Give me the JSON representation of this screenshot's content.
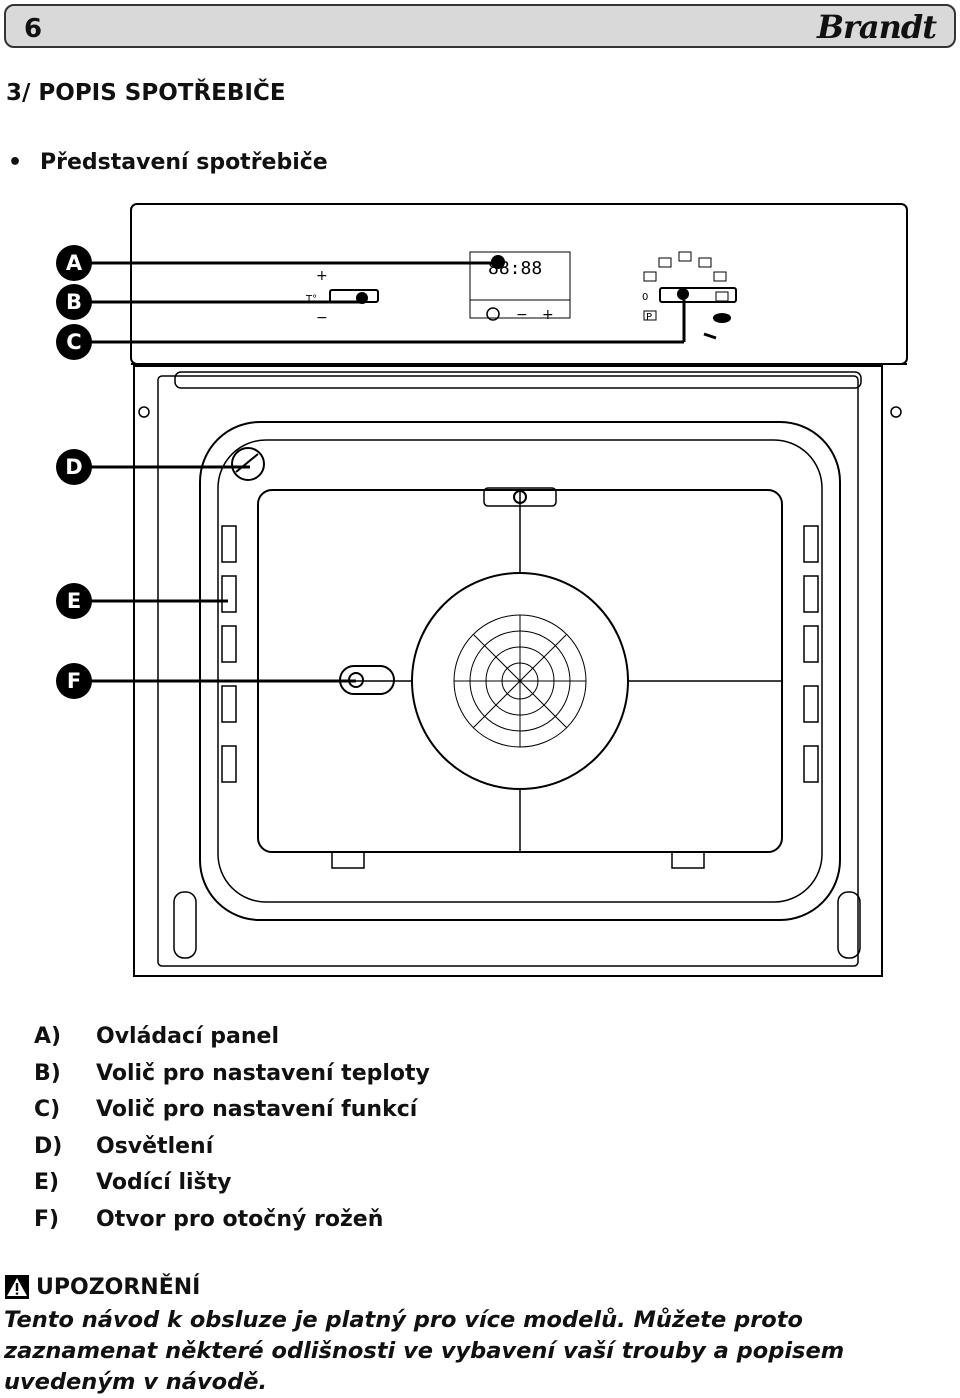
{
  "header": {
    "page_number": "6",
    "brand": "Brandt"
  },
  "section": {
    "title": "3/ POPIS SPOTŘEBIČE"
  },
  "subsection": {
    "bullet": "•",
    "title": "Představení spotřebiče"
  },
  "figure": {
    "markers": [
      "A",
      "B",
      "C",
      "D",
      "E",
      "F"
    ],
    "panel": {
      "plus": "+",
      "minus": "−",
      "display_digits": "88:88",
      "temp_symbol": "T°",
      "zero": "0",
      "p_label": "P"
    },
    "buttons": {
      "clock": "clock-icon",
      "minus": "−",
      "plus": "+"
    }
  },
  "legend": [
    {
      "key": "A)",
      "text": "Ovládací panel"
    },
    {
      "key": "B)",
      "text": "Volič pro nastavení teploty"
    },
    {
      "key": "C)",
      "text": "Volič pro nastavení funkcí"
    },
    {
      "key": "D)",
      "text": "Osvětlení"
    },
    {
      "key": "E)",
      "text": "Vodící lišty"
    },
    {
      "key": "F)",
      "text": "Otvor pro otočný rožeň"
    }
  ],
  "warning": {
    "icon": "warning-triangle-icon",
    "title": "UPOZORNĚNÍ",
    "text": "Tento návod k obsluze je platný pro více modelů. Můžete proto zaznamenat některé odlišnosti ve vybavení vaší trouby a popisem uvedeným v návodě."
  }
}
